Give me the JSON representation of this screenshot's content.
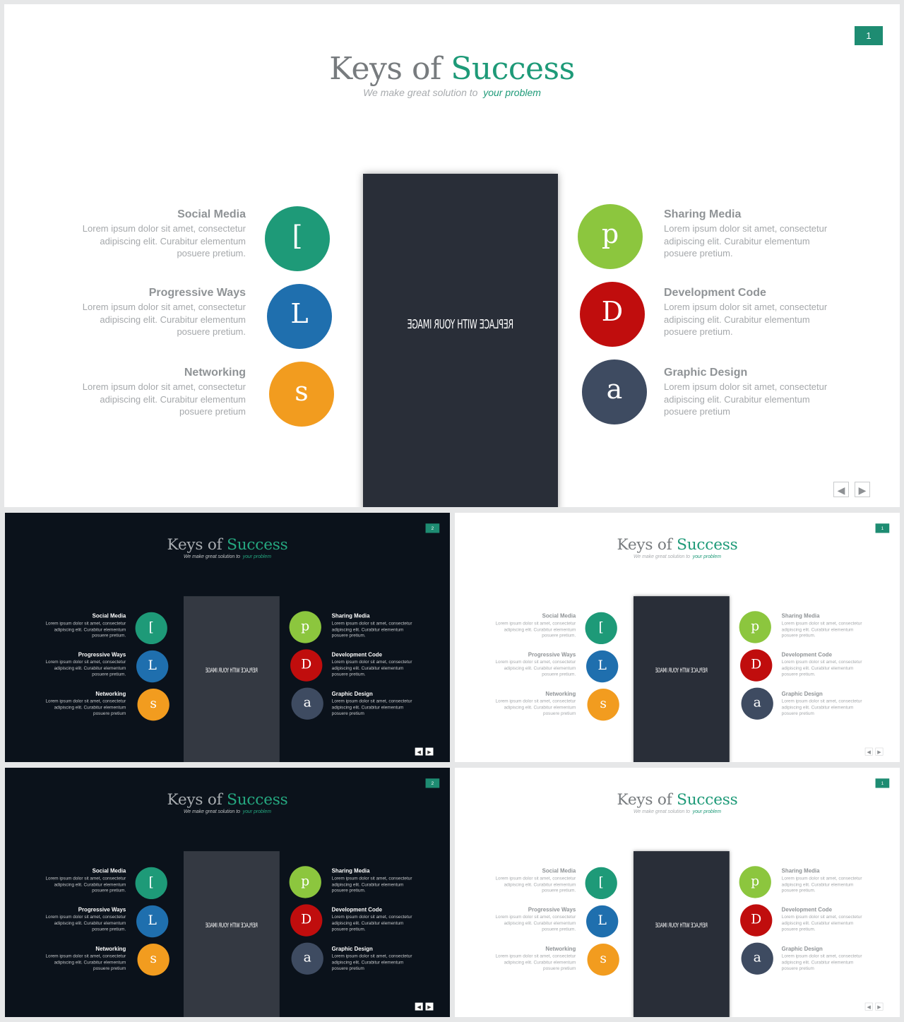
{
  "slides": [
    {
      "theme": "light",
      "page_number": "1"
    },
    {
      "theme": "dark",
      "page_number": "2"
    },
    {
      "theme": "light",
      "page_number": "1"
    },
    {
      "theme": "dark",
      "page_number": "2"
    },
    {
      "theme": "light",
      "page_number": "1"
    }
  ],
  "title_part1": "Keys of",
  "title_part2": "Success",
  "subtitle_part1": "We make great solution to",
  "subtitle_part2": "your problem",
  "phone_placeholder": "REPLACE WITH YOUR IMAGE",
  "left_features": [
    {
      "title": "Social Media",
      "desc": "Lorem ipsum dolor sit amet, consectetur adipiscing elit. Curabitur elementum posuere pretium.",
      "letter": "[",
      "color": "#1e9a78"
    },
    {
      "title": "Progressive Ways",
      "desc": "Lorem ipsum dolor sit amet, consectetur adipiscing elit. Curabitur elementum posuere pretium.",
      "letter": "L",
      "color": "#1f6fae"
    },
    {
      "title": "Networking",
      "desc": "Lorem ipsum dolor sit amet, consectetur adipiscing elit. Curabitur elementum posuere pretium",
      "letter": "s",
      "color": "#f29c1f"
    }
  ],
  "right_features": [
    {
      "title": "Sharing Media",
      "desc": "Lorem ipsum dolor sit amet, consectetur adipiscing elit. Curabitur elementum posuere pretium.",
      "letter": "p",
      "color": "#8cc63e"
    },
    {
      "title": "Development Code",
      "desc": "Lorem ipsum dolor sit amet, consectetur adipiscing elit. Curabitur elementum posuere pretium.",
      "letter": "D",
      "color": "#c00d0d"
    },
    {
      "title": "Graphic Design",
      "desc": "Lorem ipsum dolor sit amet, consectetur adipiscing elit. Curabitur elementum posuere pretium",
      "letter": "a",
      "color": "#3e4b61"
    }
  ],
  "nav": {
    "prev_icon": "◀",
    "next_icon": "▶"
  }
}
